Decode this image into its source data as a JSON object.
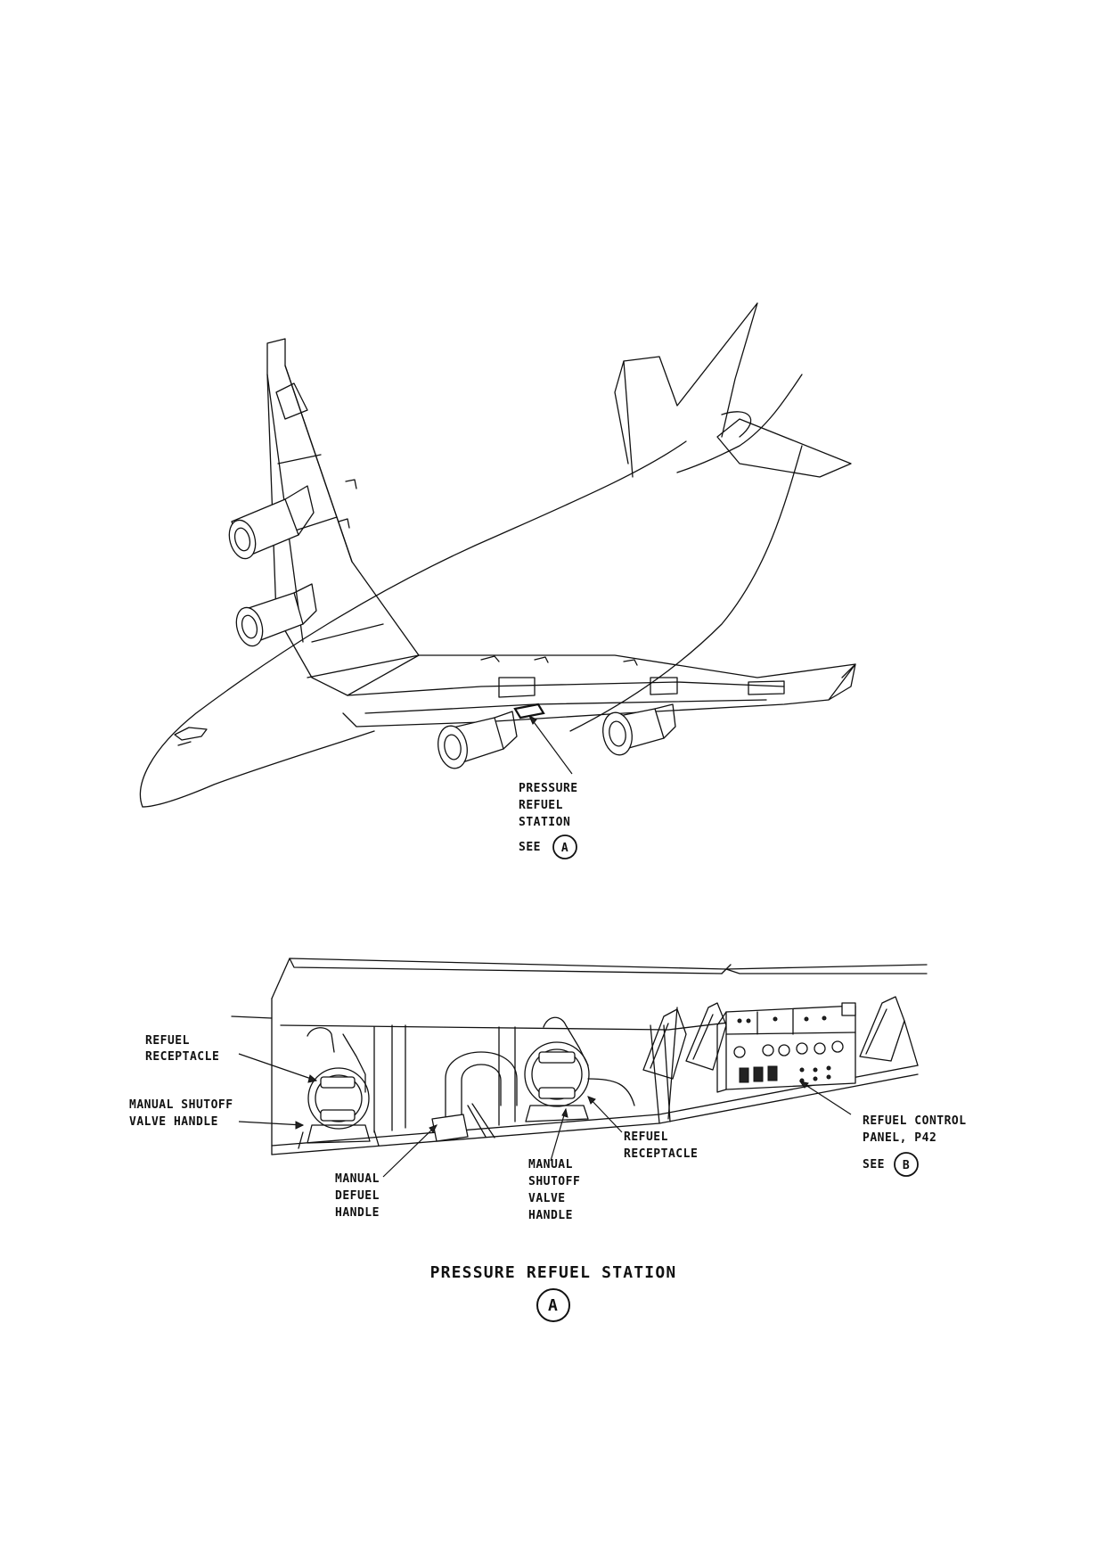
{
  "airplane_view": {
    "station_label": [
      "PRESSURE",
      "REFUEL",
      "STATION"
    ],
    "see_prefix": "SEE",
    "see_ref": "A"
  },
  "detail_view": {
    "refuel_receptacle_left": [
      "REFUEL",
      "RECEPTACLE"
    ],
    "manual_shutoff_left": [
      "MANUAL SHUTOFF",
      "VALVE HANDLE"
    ],
    "manual_defuel": [
      "MANUAL",
      "DEFUEL",
      "HANDLE"
    ],
    "manual_shutoff_right": [
      "MANUAL",
      "SHUTOFF",
      "VALVE",
      "HANDLE"
    ],
    "refuel_receptacle_right": [
      "REFUEL",
      "RECEPTACLE"
    ],
    "control_panel": [
      "REFUEL CONTROL",
      "PANEL, P42"
    ],
    "control_panel_see_prefix": "SEE",
    "control_panel_see_ref": "B"
  },
  "caption": {
    "title": "PRESSURE REFUEL STATION",
    "ref": "A"
  }
}
